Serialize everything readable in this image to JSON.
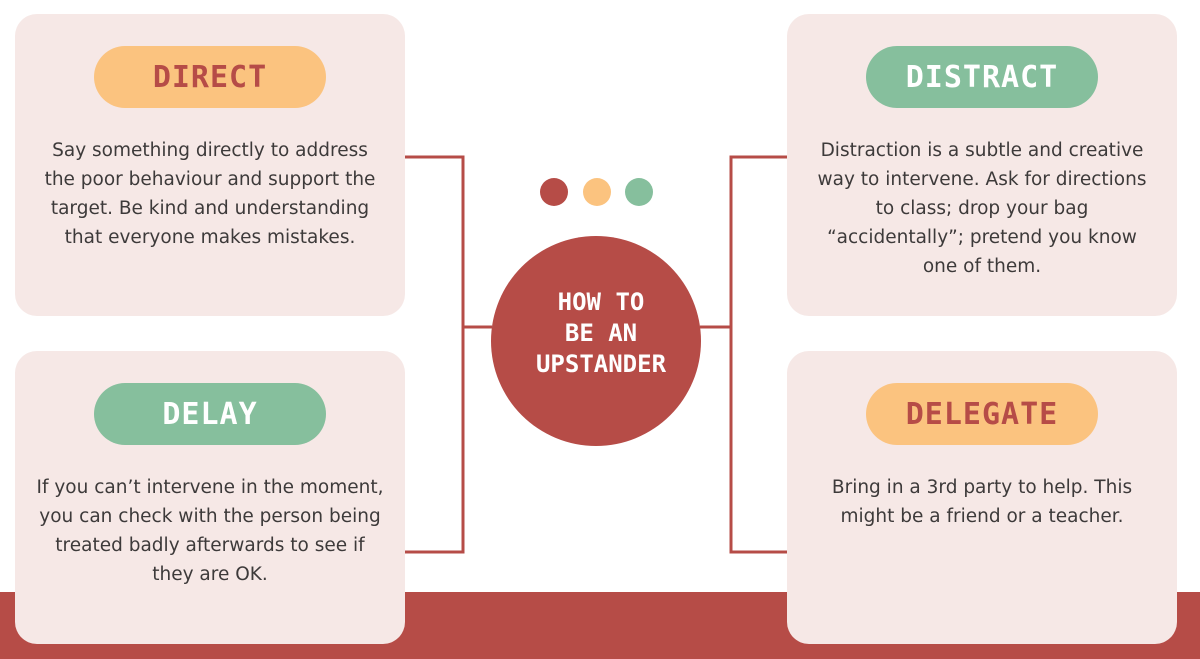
{
  "center": {
    "title": "HOW TO\nBE AN\nUPSTANDER"
  },
  "cards": {
    "direct": {
      "label": "DIRECT",
      "text": "Say something directly to address the poor behaviour and support the target. Be kind and understanding that everyone makes mistakes."
    },
    "delay": {
      "label": "DELAY",
      "text": "If you can’t intervene in the moment, you can check with the person being treated badly afterwards to see if they are OK."
    },
    "distract": {
      "label": "DISTRACT",
      "text": "Distraction is a subtle and creative way to intervene. Ask for directions to class; drop your bag “accidentally”; pretend you know one of them."
    },
    "delegate": {
      "label": "DELEGATE",
      "text": "Bring in a 3rd party to help. This might be a friend or a teacher."
    }
  },
  "colors": {
    "accent_red": "#b64c47",
    "accent_orange": "#fbc37f",
    "accent_green": "#86bf9d",
    "card_bg": "#f6e8e6",
    "text": "#3d3a3a"
  }
}
